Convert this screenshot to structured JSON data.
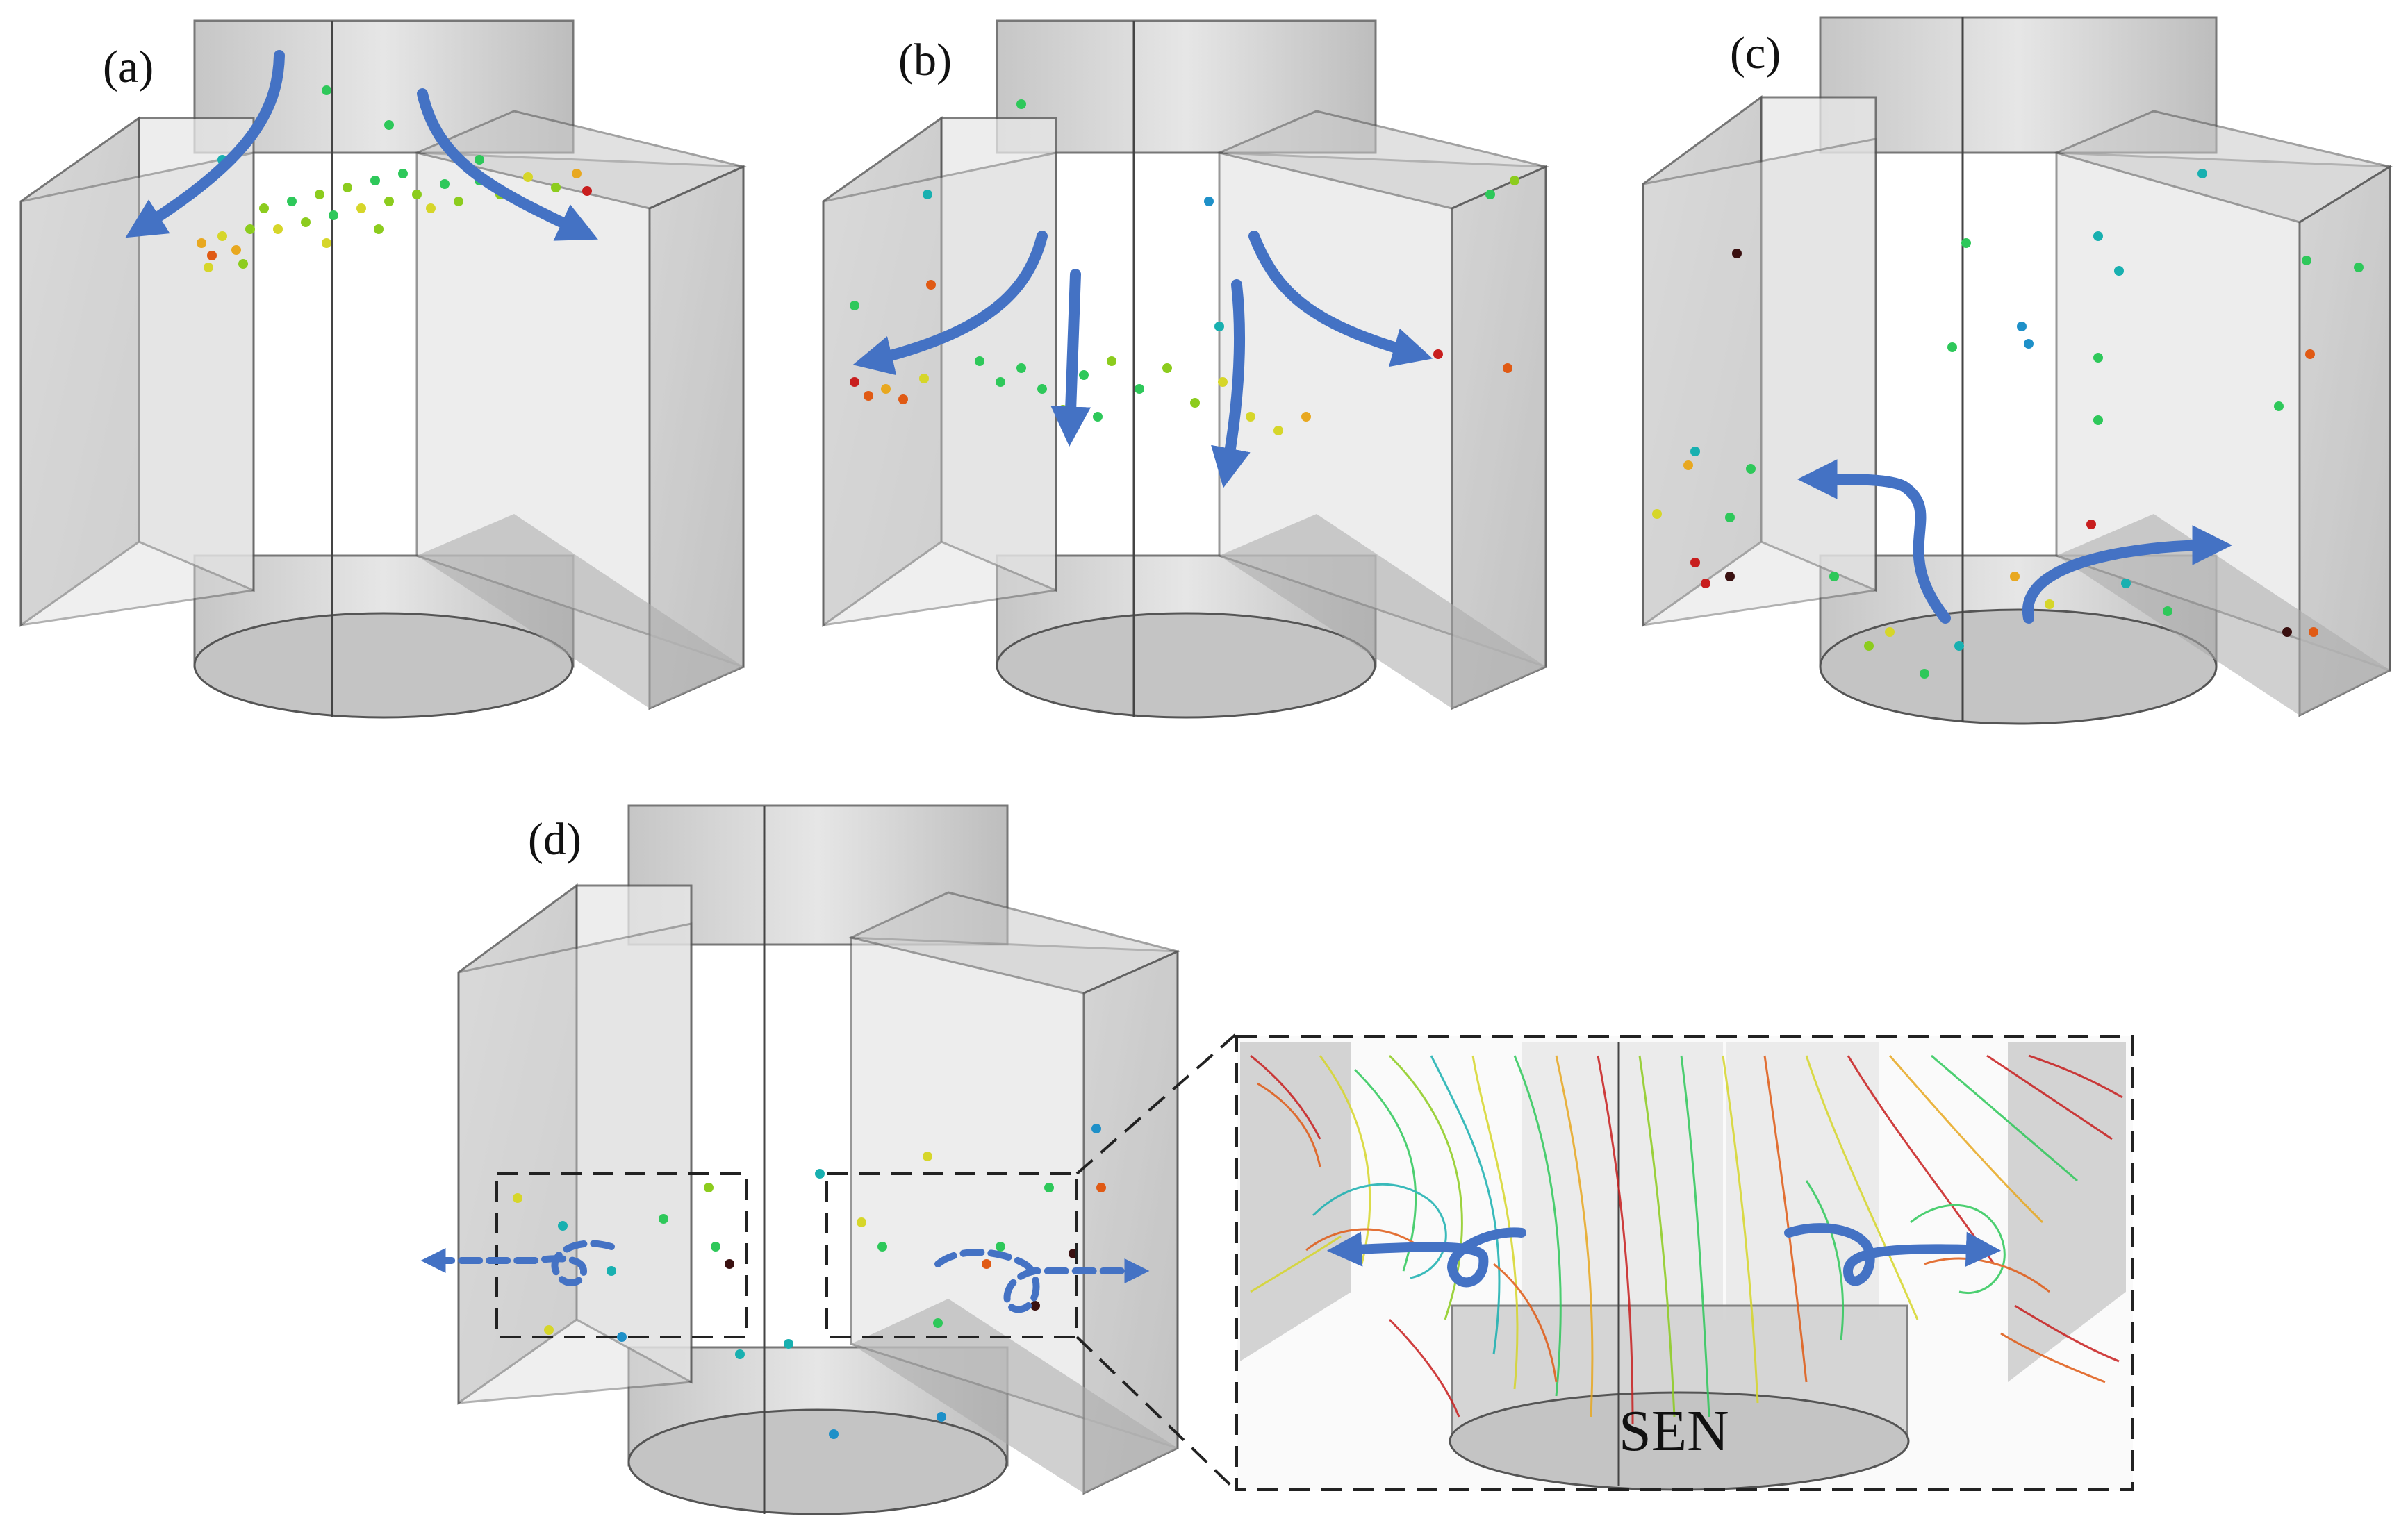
{
  "figure": {
    "panels": [
      {
        "id": "a",
        "label": "(a)"
      },
      {
        "id": "b",
        "label": "(b)"
      },
      {
        "id": "c",
        "label": "(c)"
      },
      {
        "id": "d",
        "label": "(d)"
      }
    ],
    "inset_label": "SEN",
    "colors": {
      "flow_arrow": "#4472c4",
      "mold_fill": "#d4d4d4",
      "mold_edge": "#555555",
      "particle_scale": [
        "#1e90c8",
        "#18b0b0",
        "#2ec85a",
        "#8ccc1e",
        "#d6d62a",
        "#e8a820",
        "#e05a14",
        "#c81e1e",
        "#3a1010"
      ]
    }
  }
}
